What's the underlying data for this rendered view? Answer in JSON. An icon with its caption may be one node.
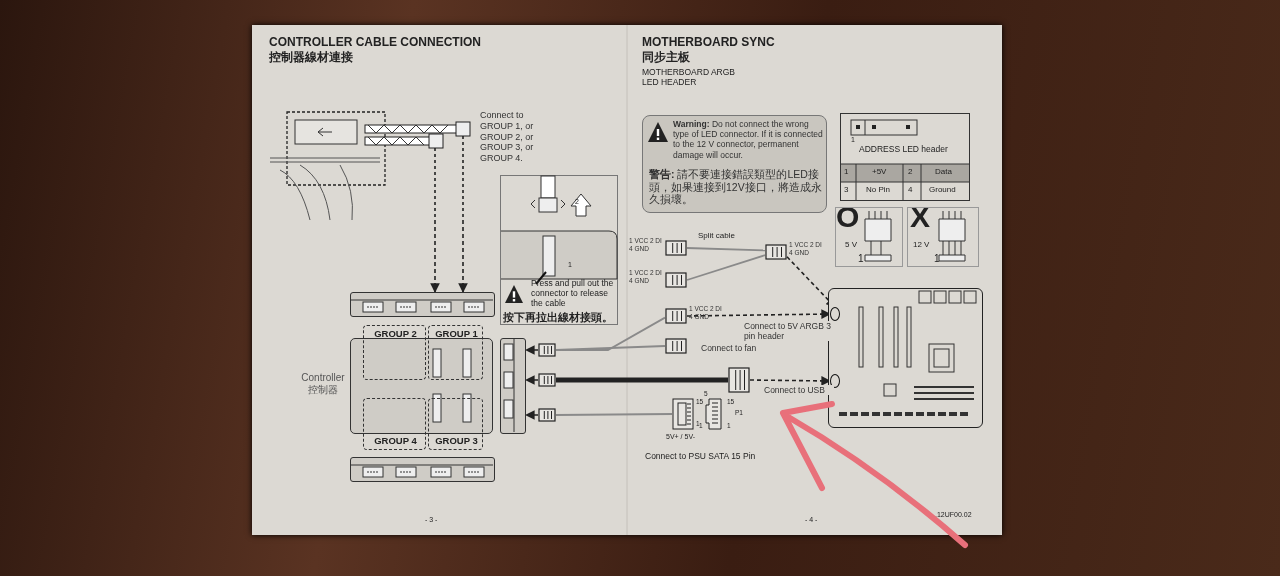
{
  "diagram": {
    "nodes": [
      {
        "text": [],
        "shape": "picture",
        "beside": [
          "Connect to GROUP 1, or GROUP 2, or GROUP 3, or GROUP 4."
        ]
      },
      {
        "text": [],
        "shape": "box"
      },
      {
        "text": [],
        "shape": "box",
        "beside": [
          "Controller 控制器"
        ]
      },
      {
        "text": [
          "GROUP 2"
        ]
      },
      {
        "text": [
          "GROUP 1"
        ]
      },
      {
        "text": [
          "GROUP 4"
        ]
      },
      {
        "text": [
          "GROUP 3"
        ]
      },
      {
        "text": [],
        "shape": "box"
      },
      {
        "text": [],
        "shape": "box"
      },
      {
        "text": [
          "Press and pull out the connector to release the cable",
          "按下再拉出線材接頭。"
        ]
      },
      {
        "text": [
          "**Warning:** Do not connect the wrong type of LED connector. If it is connected to the 12 V connector, permanent damage will occur.",
          "**警告:** 請不要連接錯誤類型的LED接頭，如果連接到12V接口，將造成永久損壞。"
        ]
      },
      {
        "text": [
          "ADDRESS LED header"
        ]
      },
      {
        "text": [],
        "shape": "picture",
        "beside": [
          "1 VCC 2 DI 4 GND"
        ]
      },
      {
        "text": [],
        "shape": "picture",
        "beside": [
          "1 VCC 2 DI 4 GND"
        ]
      },
      {
        "text": [],
        "shape": "picture",
        "beside": [
          "1 VCC 2 DI 4 GND"
        ]
      },
      {
        "text": [],
        "shape": "picture",
        "beside": [
          "1 VCC 2 DI 4 GND"
        ]
      },
      {
        "text": [],
        "shape": "picture",
        "beside": [
          "Connect to fan"
        ]
      },
      {
        "text": [],
        "shape": "picture"
      },
      {
        "text": [],
        "shape": "picture"
      },
      {
        "text": [],
        "shape": "picture"
      },
      {
        "text": [],
        "shape": "picture"
      },
      {
        "text": [],
        "shape": "circle",
        "in": 20
      },
      {
        "text": [],
        "shape": "circle",
        "in": 20
      },
      {
        "text": [],
        "shape": "picture"
      },
      {
        "text": [],
        "shape": "picture"
      },
      {
        "text": [],
        "shape": "picture"
      }
    ],
    "edges": [
      {
        "from": 0,
        "to": 1,
        "arrow": "to",
        "style": "dashed"
      },
      {
        "from": 0,
        "to": 1,
        "arrow": "to",
        "style": "dashed"
      },
      {
        "from": 12,
        "to": 14,
        "arrow": "none",
        "color": "#8a8a8a"
      },
      {
        "from": 13,
        "to": 14,
        "arrow": "none",
        "color": "#8a8a8a"
      },
      {
        "from": 14,
        "to": 21,
        "arrow": "to",
        "style": "dashed"
      },
      {
        "from": 15,
        "to": 21,
        "arrow": "to",
        "style": "dashed",
        "label": "Connect to 5V ARGB 3 pin header"
      },
      {
        "from": 23,
        "to": 8,
        "arrow": "to",
        "style": "dashed"
      },
      {
        "from": 24,
        "to": 8,
        "arrow": "to",
        "style": "dashed"
      },
      {
        "from": 25,
        "to": 8,
        "arrow": "to",
        "style": "dashed"
      },
      {
        "from": 23,
        "to": 15,
        "arrow": "none",
        "color": "#8a8a8a"
      },
      {
        "from": 23,
        "to": 16,
        "arrow": "none",
        "color": "#8a8a8a"
      },
      {
        "from": 24,
        "to": 17,
        "arrow": "none",
        "style": "thick"
      },
      {
        "from": 25,
        "to": 18,
        "arrow": "none",
        "color": "#8a8a8a"
      },
      {
        "from": 17,
        "to": 22,
        "arrow": "to",
        "style": "dashed",
        "label": "Connect to USB"
      }
    ],
    "labels": [
      "CONTROLLER CABLE CONNECTION",
      "控制器線材連接",
      "MOTHERBOARD SYNC",
      "同步主板",
      "MOTHERBOARD ARGB LED HEADER",
      "1",
      "1",
      "+5V",
      "2",
      "Data",
      "3",
      "No Pin",
      "4",
      "Ground",
      "O",
      "5 V",
      "1",
      "X",
      "12 V",
      "1",
      "2",
      "1",
      "Split cable",
      "15",
      "1",
      "5V+ / 5V-",
      "5",
      "15",
      "1",
      "1",
      "P1",
      "Connect to PSU SATA 15 Pin",
      "- 3 -",
      "- 4 -",
      ".12UF00.02"
    ]
  }
}
